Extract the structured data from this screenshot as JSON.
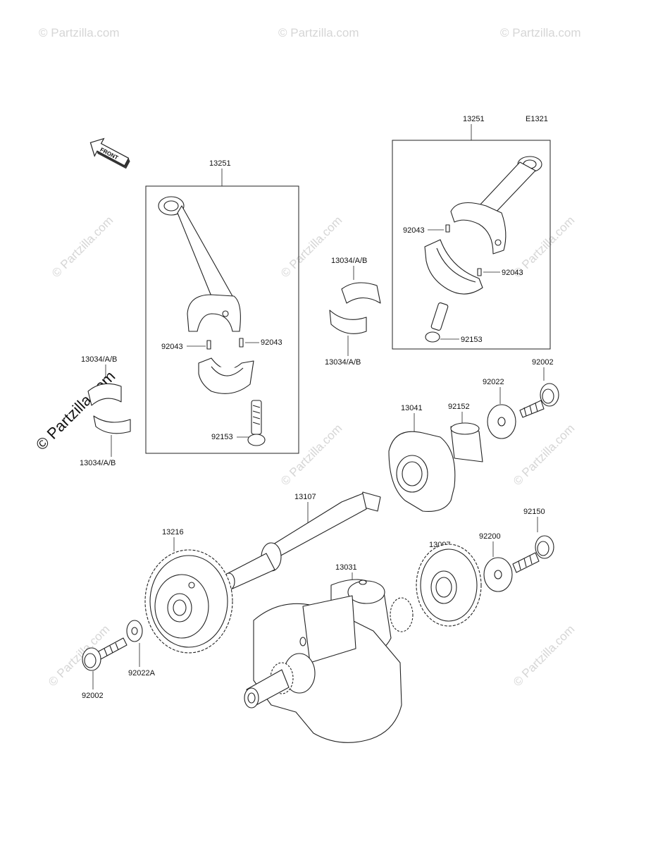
{
  "diagram_code": "E1321",
  "front_label": "FRONT",
  "watermark": "© Partzilla.com",
  "labels": {
    "con_rod_left": "13251",
    "con_rod_right": "13251",
    "pin_left_a": "92043",
    "pin_left_b": "92043",
    "pin_right_a": "92043",
    "pin_right_b": "92043",
    "bolt_left": "92153",
    "bolt_right": "92153",
    "bearing_mid_top": "13034/A/B",
    "bearing_mid_bottom": "13034/A/B",
    "bearing_left_top": "13034/A/B",
    "bearing_left_bottom": "13034/A/B",
    "clutch_housing": "13041",
    "collar": "92152",
    "washer_top": "92022",
    "bolt_top": "92002",
    "shaft": "13107",
    "gear_left": "13216",
    "crankshaft": "13031",
    "gear_right": "13097",
    "washer_right": "92200",
    "bolt_right_mid": "92150",
    "washer_bottom": "92022A",
    "bolt_bottom": "92002"
  }
}
